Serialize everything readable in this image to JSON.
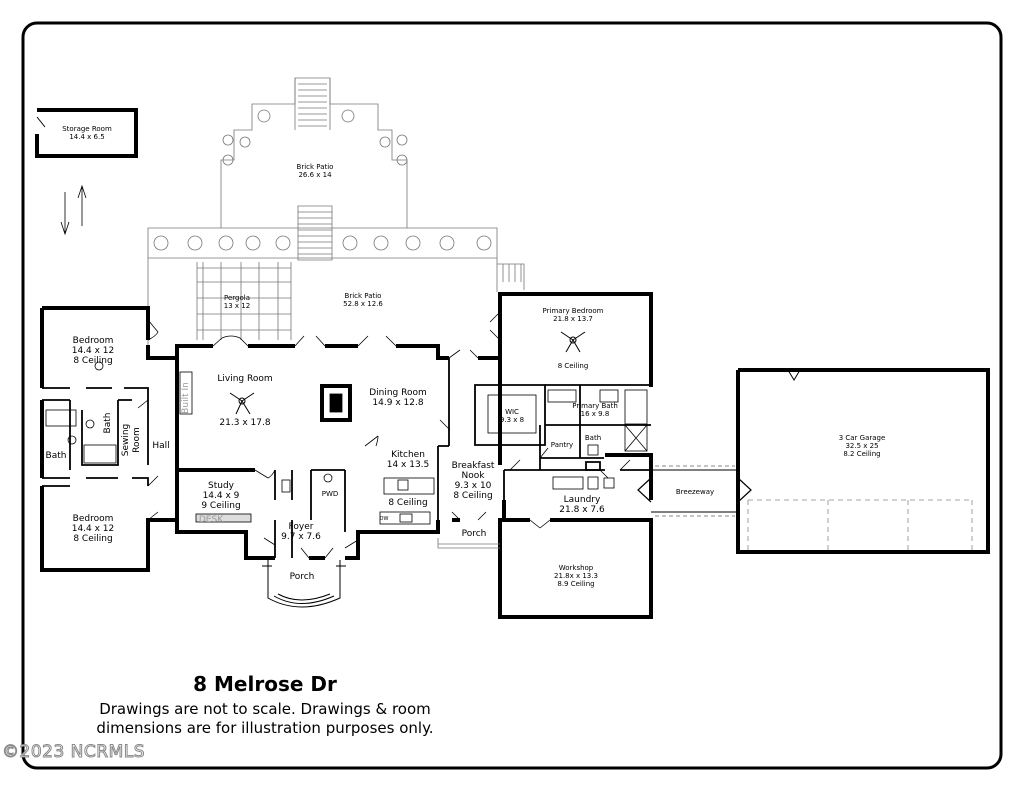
{
  "plan": {
    "title": "8 Melrose Dr",
    "disclaimer_line1": "Drawings are not to scale. Drawings & room",
    "disclaimer_line2": "dimensions are for illustration purposes only.",
    "watermark": "©2023 NCRMLS",
    "rooms": {
      "storage": {
        "name": "Storage Room",
        "dims": "14.4 x 6.5"
      },
      "brick_patio_upper": {
        "name": "Brick Patio",
        "dims": "26.6 x 14"
      },
      "pergola": {
        "name": "Pergola",
        "dims": "13 x 12"
      },
      "brick_patio_lower": {
        "name": "Brick Patio",
        "dims": "52.8 x 12.6"
      },
      "bedroom_1": {
        "name": "Bedroom",
        "dims": "14.4 x 12",
        "ceiling": "8 Ceiling"
      },
      "bedroom_2": {
        "name": "Bedroom",
        "dims": "14.4 x 12",
        "ceiling": "8 Ceiling"
      },
      "bath_a": {
        "name": "Bath"
      },
      "bath_b": {
        "name": "Bath"
      },
      "sewing": {
        "name": "Sewing",
        "name2": "Room"
      },
      "hall": {
        "name": "Hall"
      },
      "built_in": {
        "name": "Built In"
      },
      "living": {
        "name": "Living Room",
        "dims": "21.3 x 17.8"
      },
      "dining": {
        "name": "Dining Room",
        "dims": "14.9 x 12.8"
      },
      "kitchen": {
        "name": "Kitchen",
        "dims": "14 x 13.5",
        "ceiling": "8 Ceiling"
      },
      "breakfast": {
        "name": "Breakfast",
        "name2": "Nook",
        "dims": "9.3 x 10",
        "ceiling": "8 Ceiling"
      },
      "study": {
        "name": "Study",
        "dims": "14.4 x 9",
        "ceiling": "9 Ceiling",
        "desk": "DESK"
      },
      "foyer": {
        "name": "Foyer",
        "dims": "9.7 x 7.6"
      },
      "pwd": {
        "name": "PWD"
      },
      "dw": {
        "name": "DW"
      },
      "porch_front": {
        "name": "Porch"
      },
      "porch_side": {
        "name": "Porch"
      },
      "primary_bedroom": {
        "name": "Primary Bedroom",
        "dims": "21.8 x 13.7",
        "ceiling": "8 Ceiling"
      },
      "wic": {
        "name": "WIC",
        "dims": "9.3 x 8"
      },
      "primary_bath": {
        "name": "Primary Bath",
        "dims": "16 x 9.8"
      },
      "pantry": {
        "name": "Pantry"
      },
      "bath_c": {
        "name": "Bath"
      },
      "laundry": {
        "name": "Laundry",
        "dims": "21.8 x 7.6"
      },
      "workshop": {
        "name": "Workshop",
        "dims": "21.8x x 13.3",
        "ceiling": "8.9 Ceiling"
      },
      "breezeway": {
        "name": "Breezeway"
      },
      "garage": {
        "name": "3 Car Garage",
        "dims": "32.5 x 25",
        "ceiling": "8.2 Ceiling"
      }
    }
  }
}
